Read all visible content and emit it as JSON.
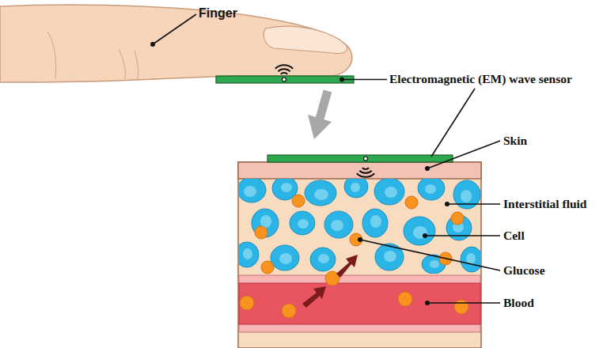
{
  "diagram": {
    "labels": [
      "Finger",
      "Electromagnetic (EM) wave sensor",
      "Skin",
      "Interstitial fluid",
      "Cell",
      "Glucose",
      "Blood"
    ]
  }
}
